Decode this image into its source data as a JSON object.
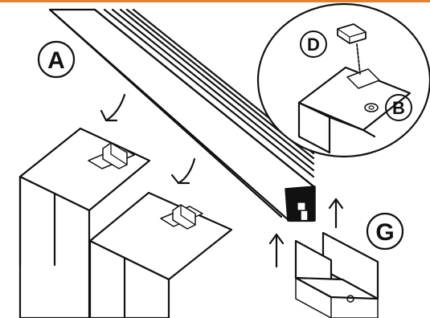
{
  "colors": {
    "accent_bar": "#f07e1e",
    "line": "#111111",
    "fill": "#ffffff",
    "dark_fill": "#111111"
  },
  "labels": {
    "a": "A",
    "b": "B",
    "d": "D",
    "g": "G"
  }
}
